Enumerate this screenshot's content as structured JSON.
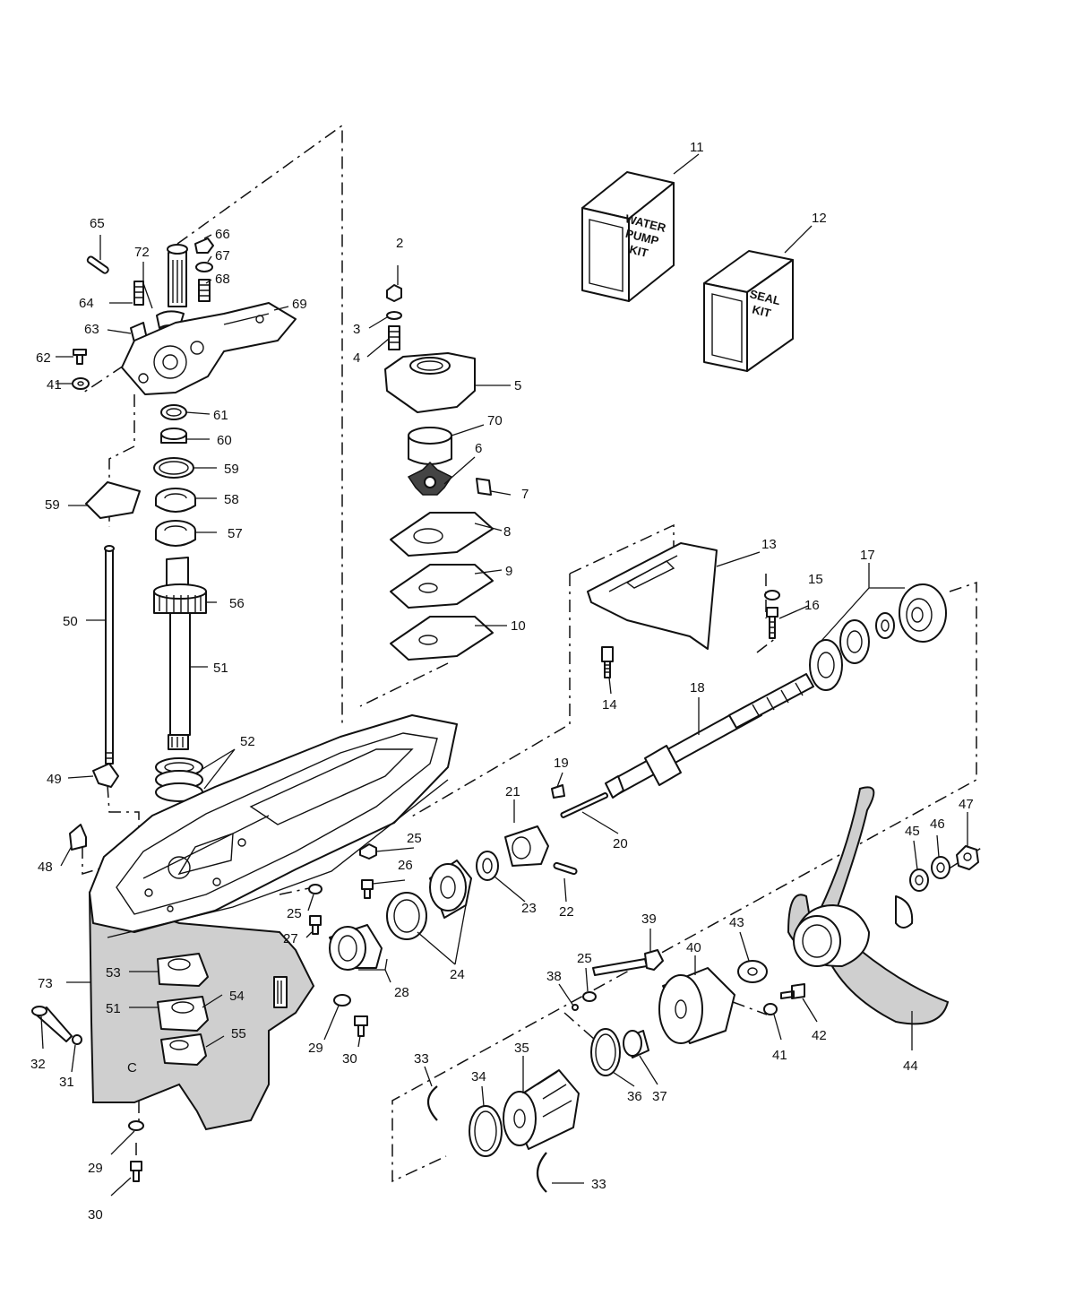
{
  "diagram": {
    "kits": {
      "water_pump": [
        "WATER",
        "PUMP",
        "KIT"
      ],
      "seal": [
        "SEAL",
        "KIT"
      ]
    },
    "callouts": [
      {
        "id": "c2",
        "text": "2"
      },
      {
        "id": "c3",
        "text": "3"
      },
      {
        "id": "c4",
        "text": "4"
      },
      {
        "id": "c5",
        "text": "5"
      },
      {
        "id": "c6",
        "text": "6"
      },
      {
        "id": "c7",
        "text": "7"
      },
      {
        "id": "c8",
        "text": "8"
      },
      {
        "id": "c9",
        "text": "9"
      },
      {
        "id": "c10",
        "text": "10"
      },
      {
        "id": "c11",
        "text": "11"
      },
      {
        "id": "c12",
        "text": "12"
      },
      {
        "id": "c13",
        "text": "13"
      },
      {
        "id": "c14",
        "text": "14"
      },
      {
        "id": "c15",
        "text": "15"
      },
      {
        "id": "c16",
        "text": "16"
      },
      {
        "id": "c17",
        "text": "17"
      },
      {
        "id": "c18",
        "text": "18"
      },
      {
        "id": "c19",
        "text": "19"
      },
      {
        "id": "c20",
        "text": "20"
      },
      {
        "id": "c21",
        "text": "21"
      },
      {
        "id": "c22",
        "text": "22"
      },
      {
        "id": "c23",
        "text": "23"
      },
      {
        "id": "c24",
        "text": "24"
      },
      {
        "id": "c25a",
        "text": "25"
      },
      {
        "id": "c25b",
        "text": "25"
      },
      {
        "id": "c25c",
        "text": "25"
      },
      {
        "id": "c26",
        "text": "26"
      },
      {
        "id": "c27",
        "text": "27"
      },
      {
        "id": "c28",
        "text": "28"
      },
      {
        "id": "c29a",
        "text": "29"
      },
      {
        "id": "c29b",
        "text": "29"
      },
      {
        "id": "c30a",
        "text": "30"
      },
      {
        "id": "c30b",
        "text": "30"
      },
      {
        "id": "c31",
        "text": "31"
      },
      {
        "id": "c32",
        "text": "32"
      },
      {
        "id": "c33a",
        "text": "33"
      },
      {
        "id": "c33b",
        "text": "33"
      },
      {
        "id": "c34",
        "text": "34"
      },
      {
        "id": "c35",
        "text": "35"
      },
      {
        "id": "c36",
        "text": "36"
      },
      {
        "id": "c37",
        "text": "37"
      },
      {
        "id": "c38",
        "text": "38"
      },
      {
        "id": "c39",
        "text": "39"
      },
      {
        "id": "c40",
        "text": "40"
      },
      {
        "id": "c41a",
        "text": "41"
      },
      {
        "id": "c41b",
        "text": "41"
      },
      {
        "id": "c42",
        "text": "42"
      },
      {
        "id": "c43",
        "text": "43"
      },
      {
        "id": "c44",
        "text": "44"
      },
      {
        "id": "c45",
        "text": "45"
      },
      {
        "id": "c46",
        "text": "46"
      },
      {
        "id": "c47",
        "text": "47"
      },
      {
        "id": "c48",
        "text": "48"
      },
      {
        "id": "c49",
        "text": "49"
      },
      {
        "id": "c50",
        "text": "50"
      },
      {
        "id": "c51a",
        "text": "51"
      },
      {
        "id": "c51b",
        "text": "51"
      },
      {
        "id": "c52",
        "text": "52"
      },
      {
        "id": "c53",
        "text": "53"
      },
      {
        "id": "c54",
        "text": "54"
      },
      {
        "id": "c55",
        "text": "55"
      },
      {
        "id": "c56",
        "text": "56"
      },
      {
        "id": "c57",
        "text": "57"
      },
      {
        "id": "c58",
        "text": "58"
      },
      {
        "id": "c59a",
        "text": "59"
      },
      {
        "id": "c59b",
        "text": "59"
      },
      {
        "id": "c60",
        "text": "60"
      },
      {
        "id": "c61",
        "text": "61"
      },
      {
        "id": "c62",
        "text": "62"
      },
      {
        "id": "c63",
        "text": "63"
      },
      {
        "id": "c64",
        "text": "64"
      },
      {
        "id": "c65",
        "text": "65"
      },
      {
        "id": "c66",
        "text": "66"
      },
      {
        "id": "c67",
        "text": "67"
      },
      {
        "id": "c68",
        "text": "68"
      },
      {
        "id": "c69",
        "text": "69"
      },
      {
        "id": "c70",
        "text": "70"
      },
      {
        "id": "c72",
        "text": "72"
      },
      {
        "id": "c73",
        "text": "73"
      }
    ]
  }
}
